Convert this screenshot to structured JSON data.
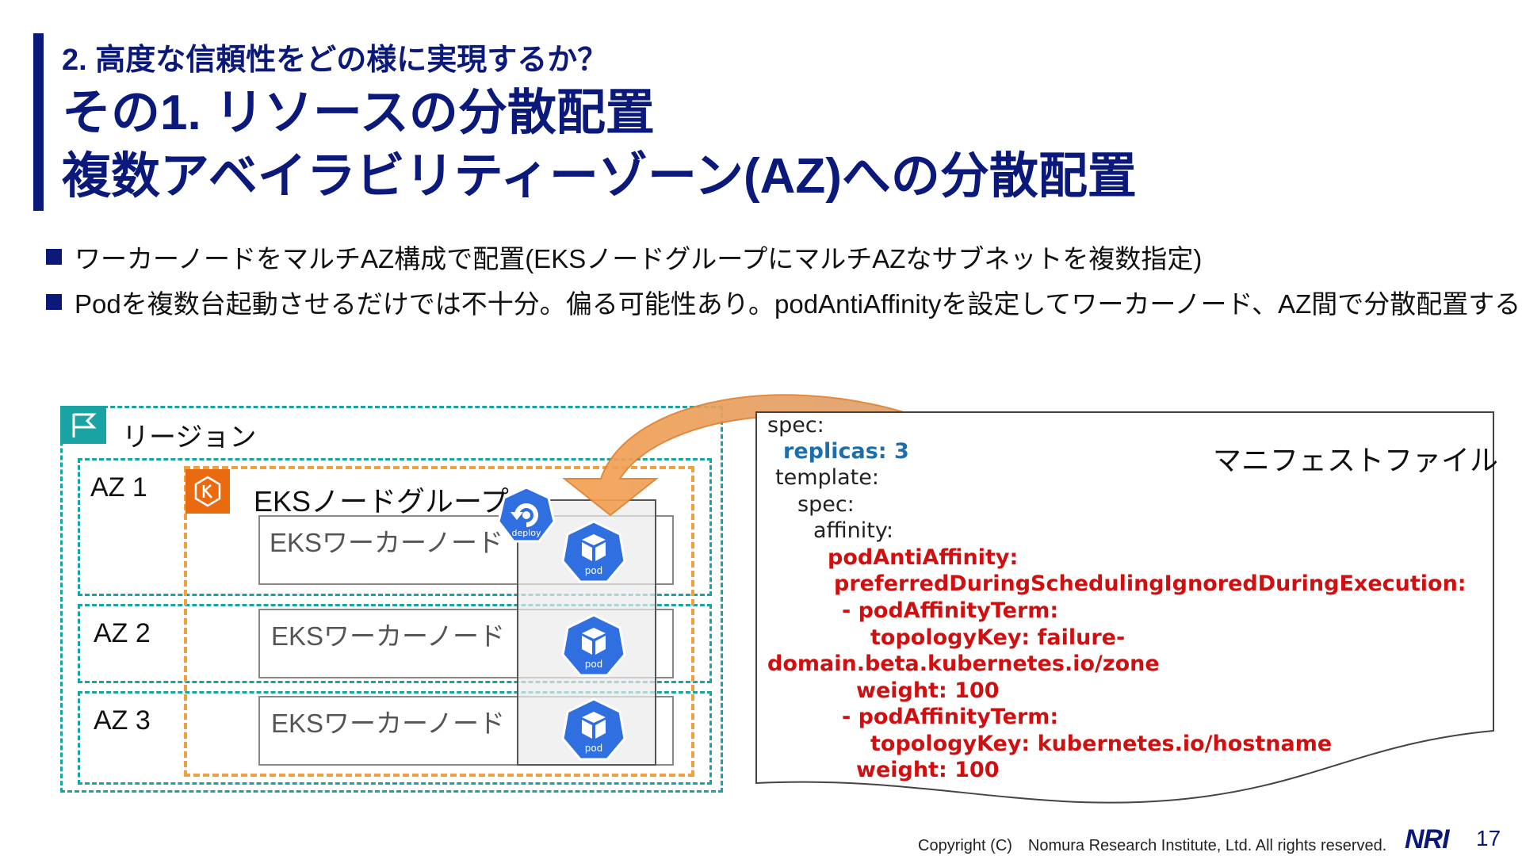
{
  "header": {
    "section": "2. 高度な信頼性をどの様に実現するか？",
    "title_line1": "その1. リソースの分散配置",
    "title_line2": "複数アベイラビリティーゾーン(AZ)への分散配置"
  },
  "bullets": [
    "ワーカーノードをマルチAZ構成で配置(EKSノードグループにマルチAZなサブネットを複数指定)",
    "Podを複数台起動させるだけでは不十分。偏る可能性あり。podAntiAffinityを設定してワーカーノード、AZ間で分散配置する"
  ],
  "diagram": {
    "region_label": "リージョン",
    "az_labels": [
      "AZ 1",
      "AZ 2",
      "AZ 3"
    ],
    "nodegroup_label": "EKSノードグループ",
    "worker_label": "EKSワーカーノード",
    "deploy_text": "deploy",
    "pod_text": "pod"
  },
  "manifest": {
    "title": "マニフェストファイル",
    "lines": [
      {
        "text": "spec:",
        "style": "plain"
      },
      {
        "text": "replicas: 3",
        "style": "blue"
      },
      {
        "text": "template:",
        "style": "plain"
      },
      {
        "text": "spec:",
        "style": "plain"
      },
      {
        "text": "affinity:",
        "style": "plain"
      },
      {
        "text": "podAntiAffinity:",
        "style": "red"
      },
      {
        "text": "preferredDuringSchedulingIgnoredDuringExecution:",
        "style": "red"
      },
      {
        "text": "- podAffinityTerm:",
        "style": "red"
      },
      {
        "text": "topologyKey: failure-",
        "style": "red"
      },
      {
        "text": "domain.beta.kubernetes.io/zone",
        "style": "red"
      },
      {
        "text": "weight: 100",
        "style": "red"
      },
      {
        "text": "- podAffinityTerm:",
        "style": "red"
      },
      {
        "text": "topologyKey: kubernetes.io/hostname",
        "style": "red"
      },
      {
        "text": "weight: 100",
        "style": "red"
      }
    ]
  },
  "footer": {
    "copyright": "Copyright (C)　Nomura Research Institute, Ltd. All rights reserved.",
    "logo_text": "NRI",
    "page_number": "17"
  },
  "colors": {
    "brand": "#0b1a7a",
    "teal": "#1aa3a3",
    "orange": "#f0a040",
    "code_red": "#d01010",
    "code_blue": "#1a6fb0",
    "pod_blue": "#2f6fe0"
  }
}
